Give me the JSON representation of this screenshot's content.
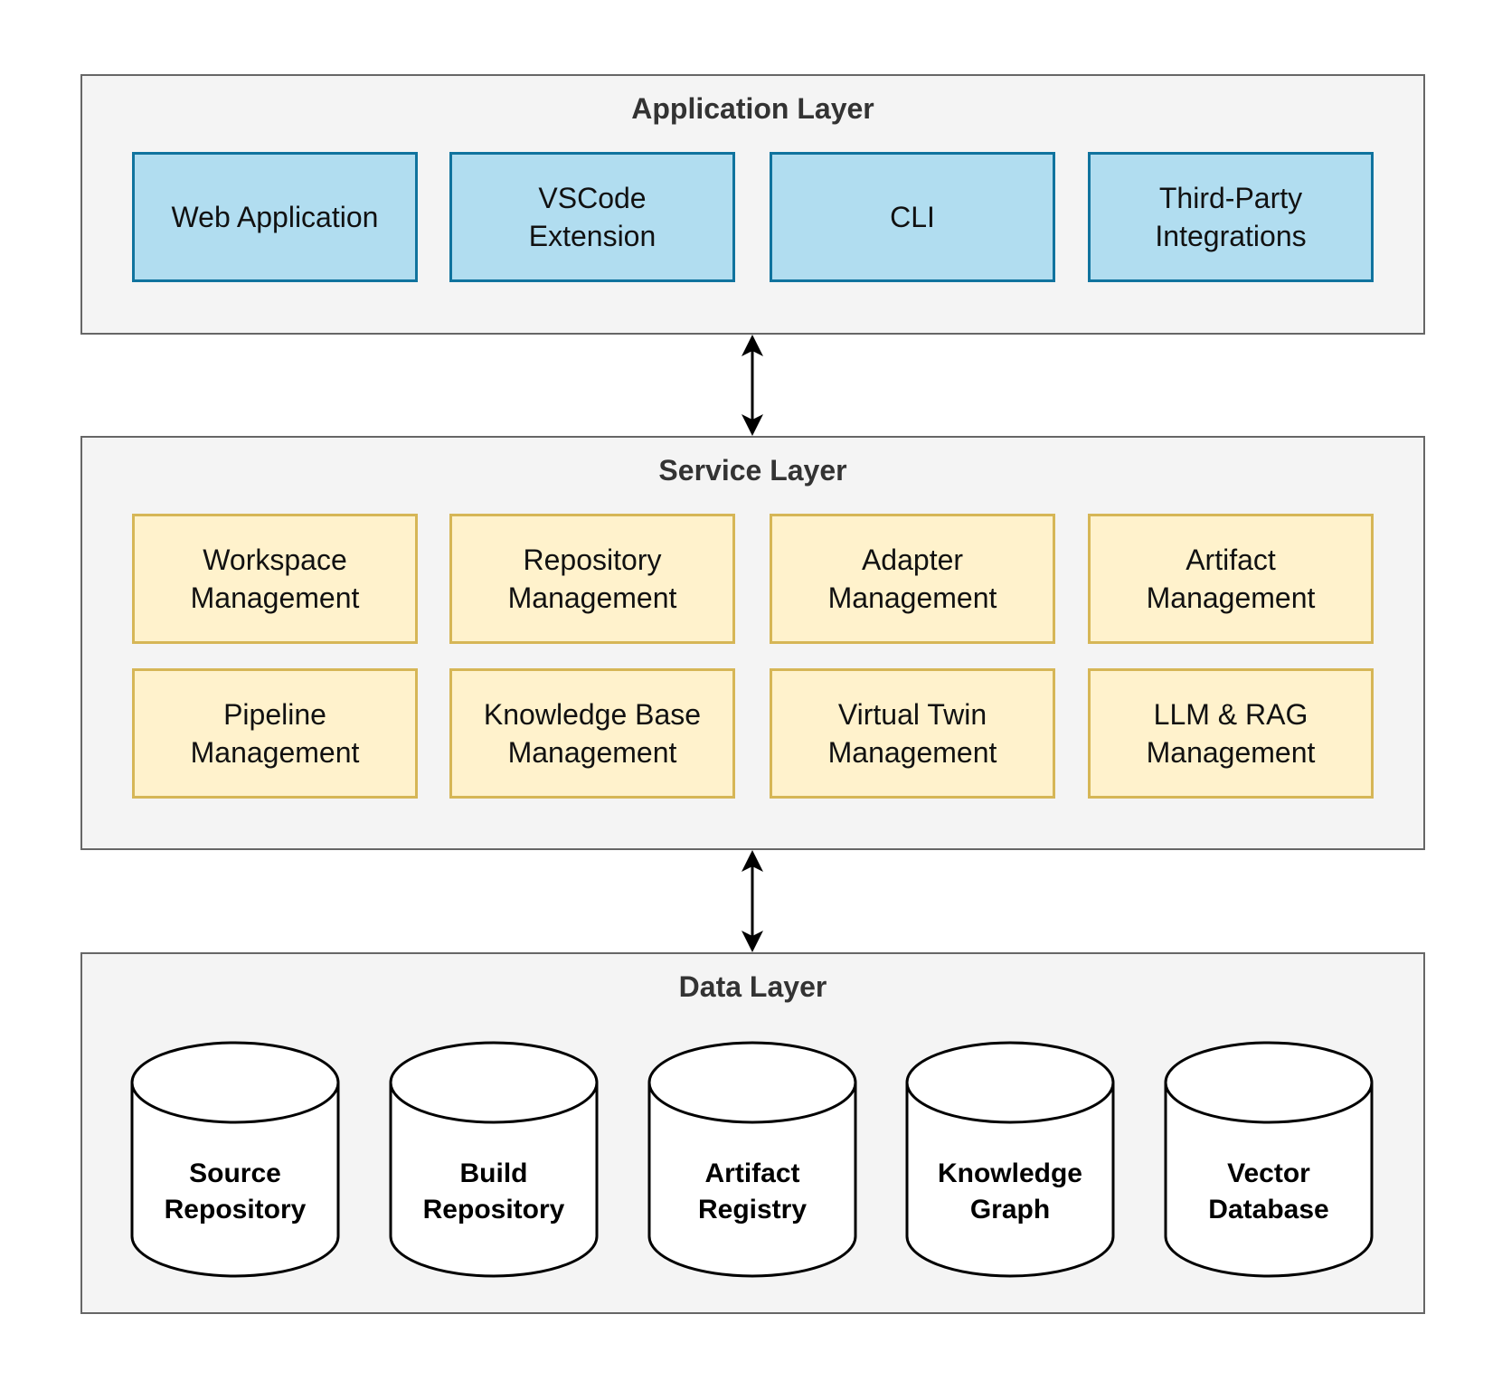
{
  "application_layer": {
    "title": "Application Layer",
    "items": [
      "Web Application",
      "VSCode\nExtension",
      "CLI",
      "Third-Party\nIntegrations"
    ]
  },
  "service_layer": {
    "title": "Service Layer",
    "items": [
      "Workspace\nManagement",
      "Repository\nManagement",
      "Adapter\nManagement",
      "Artifact\nManagement",
      "Pipeline\nManagement",
      "Knowledge Base\nManagement",
      "Virtual Twin\nManagement",
      "LLM & RAG\nManagement"
    ]
  },
  "data_layer": {
    "title": "Data Layer",
    "stores": [
      [
        "Source",
        "Repository"
      ],
      [
        "Build",
        "Repository"
      ],
      [
        "Artifact",
        "Registry"
      ],
      [
        "Knowledge",
        "Graph"
      ],
      [
        "Vector",
        "Database"
      ]
    ]
  },
  "colors": {
    "app_fill": "#b1ddf0",
    "app_stroke": "#10739e",
    "svc_fill": "#fff2cc",
    "svc_stroke": "#d6b656",
    "layer_fill": "#f4f4f4",
    "layer_stroke": "#666666"
  }
}
